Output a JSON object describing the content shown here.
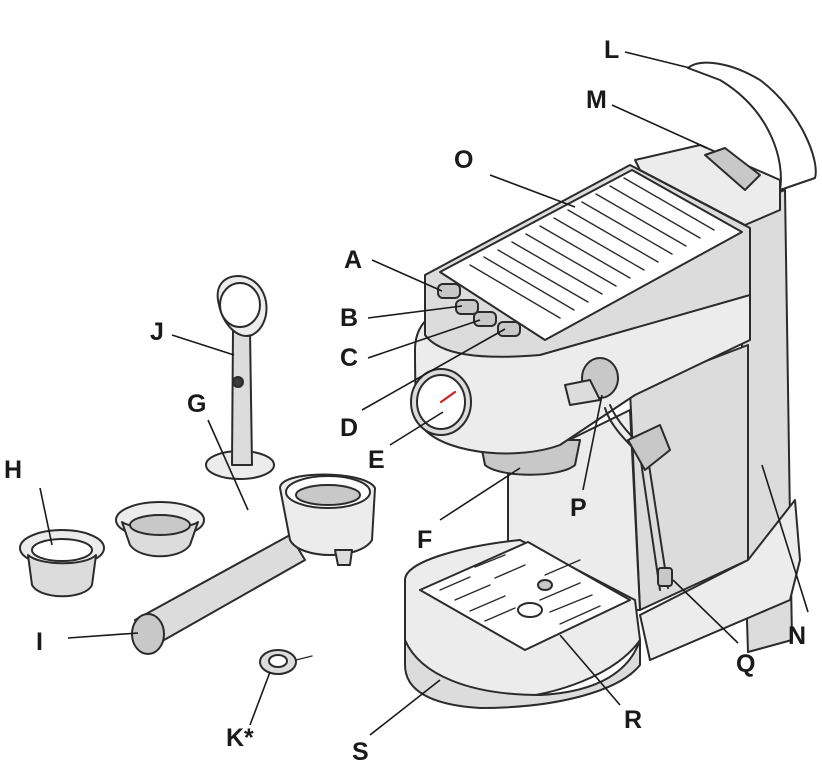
{
  "diagram": {
    "labels": {
      "A": "A",
      "B": "B",
      "C": "C",
      "D": "D",
      "E": "E",
      "F": "F",
      "G": "G",
      "H": "H",
      "I": "I",
      "J": "J",
      "K": "K*",
      "L": "L",
      "M": "M",
      "N": "N",
      "O": "O",
      "P": "P",
      "Q": "Q",
      "R": "R",
      "S": "S"
    },
    "colors": {
      "outline": "#2b2b2b",
      "label": "#1a1a1a",
      "body_light": "#ececec",
      "body_mid": "#dcdcdc",
      "body_dark": "#c8c8c8",
      "gauge_needle": "#cc2222"
    }
  }
}
